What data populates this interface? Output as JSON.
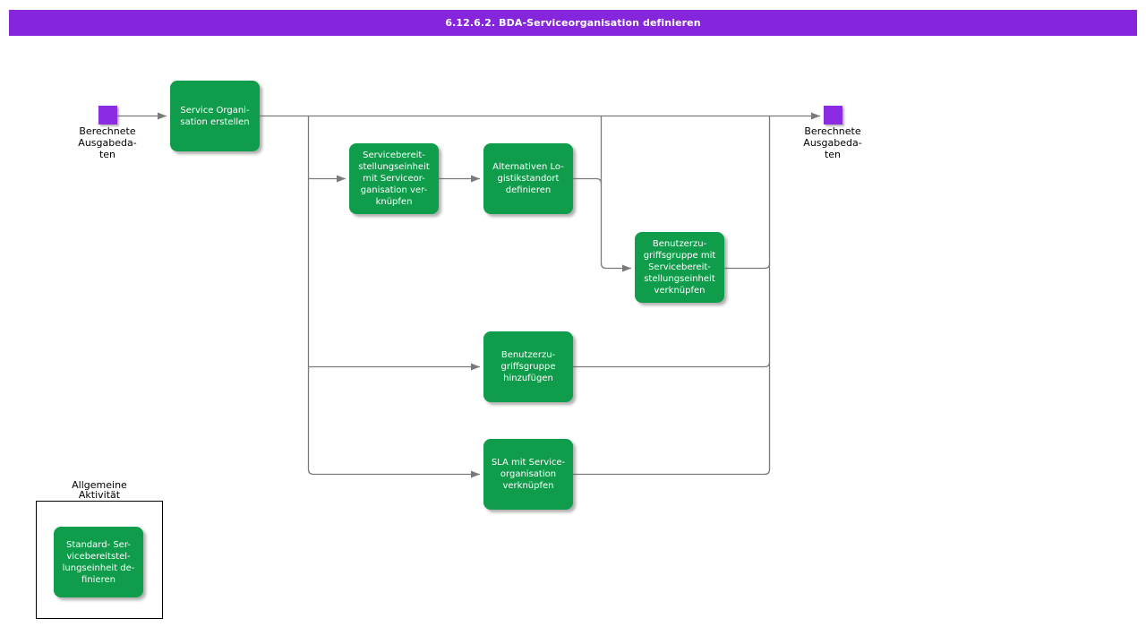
{
  "title_bar": {
    "text": "6.12.6.2. BDA-Serviceorganisation definieren"
  },
  "events": {
    "start": {
      "label": "Berechnete\nAusgabeda-\nten"
    },
    "end": {
      "label": "Berechnete\nAusgabeda-\nten"
    }
  },
  "tasks": [
    {
      "name": "service-organisation-erstellen",
      "label": "Service Organi-\nsation erstellen"
    },
    {
      "name": "servicebereitstellungseinheit-mit-serviceorganisation-verknuepfen",
      "label": "Servicebereit-\nstellungseinheit\nmit Serviceor-\nganisation ver-\nknüpfen"
    },
    {
      "name": "alternativen-logistikstandort-definieren",
      "label": "Alternativen Lo-\ngistikstandort\ndefinieren"
    },
    {
      "name": "benutzerzugriffsgruppe-mit-servicebereitstellungseinheit-verknuepfen",
      "label": "Benutzerzu-\ngriffsgruppe mit\nServicebereit-\nstellungseinheit\nverknüpfen"
    },
    {
      "name": "benutzerzugriffsgruppe-hinzufuegen",
      "label": "Benutzerzu-\ngriffsgruppe\nhinzufügen"
    },
    {
      "name": "sla-mit-serviceorganisation-verknuepfen",
      "label": "SLA mit Service-\norganisation\nverknüpfen"
    }
  ],
  "general_activity": {
    "label": "Allgemeine\nAktivität",
    "task_label": "Standard- Ser-\nvicebereitstel-\nlungseinheit de-\nfinieren"
  },
  "colors": {
    "title_bar_purple": "#8526dd",
    "event_purple": "#8b2be2",
    "task_green": "#0f9c4b",
    "connector_gray": "#7a7a7a"
  }
}
